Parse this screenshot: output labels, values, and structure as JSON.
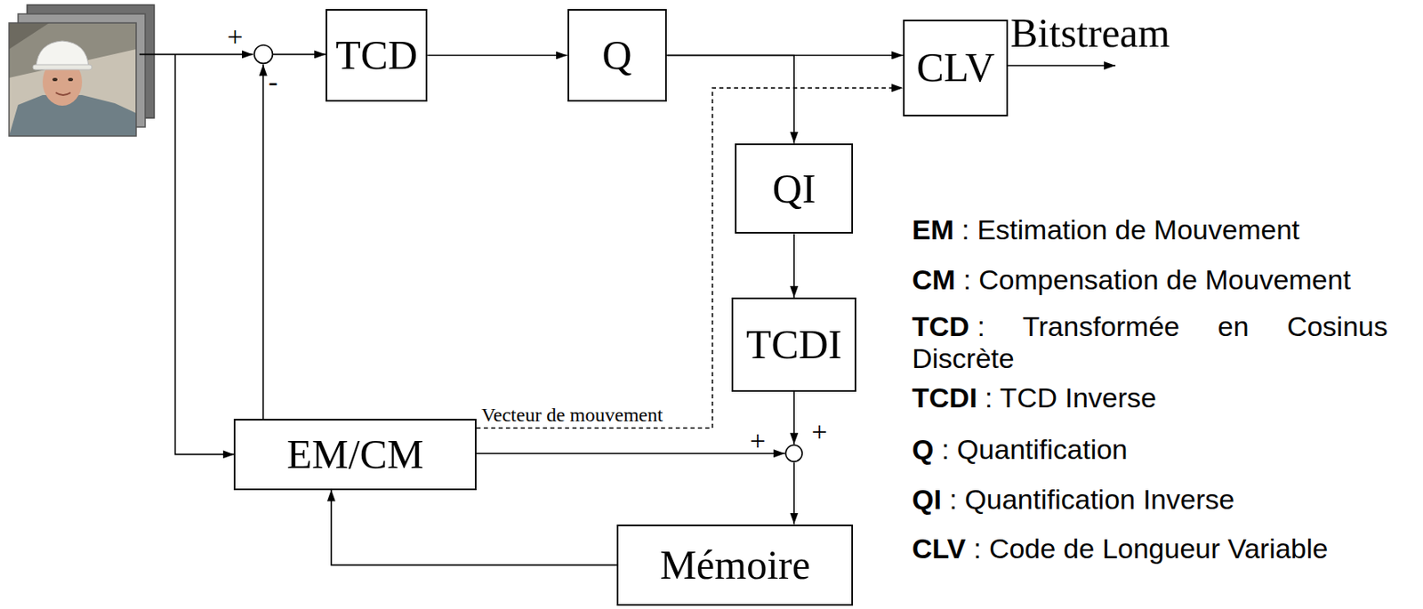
{
  "diagram": {
    "nodes": [
      {
        "text": [
          "+",
          "-"
        ]
      },
      {
        "text": [
          "TCD"
        ]
      },
      {
        "text": [
          "Q"
        ]
      },
      {
        "text": [
          "CLV"
        ]
      },
      {
        "text": [
          "QI"
        ]
      },
      {
        "text": [
          "TCDI"
        ]
      },
      {
        "text": [
          "EM/CM"
        ]
      },
      {
        "text": [
          "+",
          "+"
        ]
      },
      {
        "text": [
          "Mémoire"
        ]
      }
    ],
    "edges": [
      {
        "from": 0,
        "to": 1,
        "arrow": "to"
      },
      {
        "from": 1,
        "to": 2,
        "arrow": "to"
      },
      {
        "from": 2,
        "to": 3,
        "arrow": "to"
      },
      {
        "from": 2,
        "to": 4,
        "arrow": "to"
      },
      {
        "from": 4,
        "to": 5,
        "arrow": "to"
      },
      {
        "from": 5,
        "to": 7,
        "arrow": "to"
      },
      {
        "from": 6,
        "to": 7,
        "arrow": "to"
      },
      {
        "from": 7,
        "to": 8,
        "arrow": "to"
      },
      {
        "from": 8,
        "to": 6,
        "arrow": "to"
      },
      {
        "from": 6,
        "to": 0,
        "arrow": "to"
      },
      {
        "from": 6,
        "to": 3,
        "label": "Vecteur de mouvement",
        "arrow": "to"
      }
    ],
    "labels": [
      "Bitstream",
      "EM",
      ": Estimation de Mouvement",
      "CM",
      ": Compensation de Mouvement",
      "TCD",
      ": Transformée en Cosinus Discrète",
      "TCDI",
      ": TCD Inverse",
      "Q",
      ": Quantification",
      "QI",
      ": Quantification Inverse",
      "CLV",
      ": Code de Longueur Variable"
    ]
  }
}
